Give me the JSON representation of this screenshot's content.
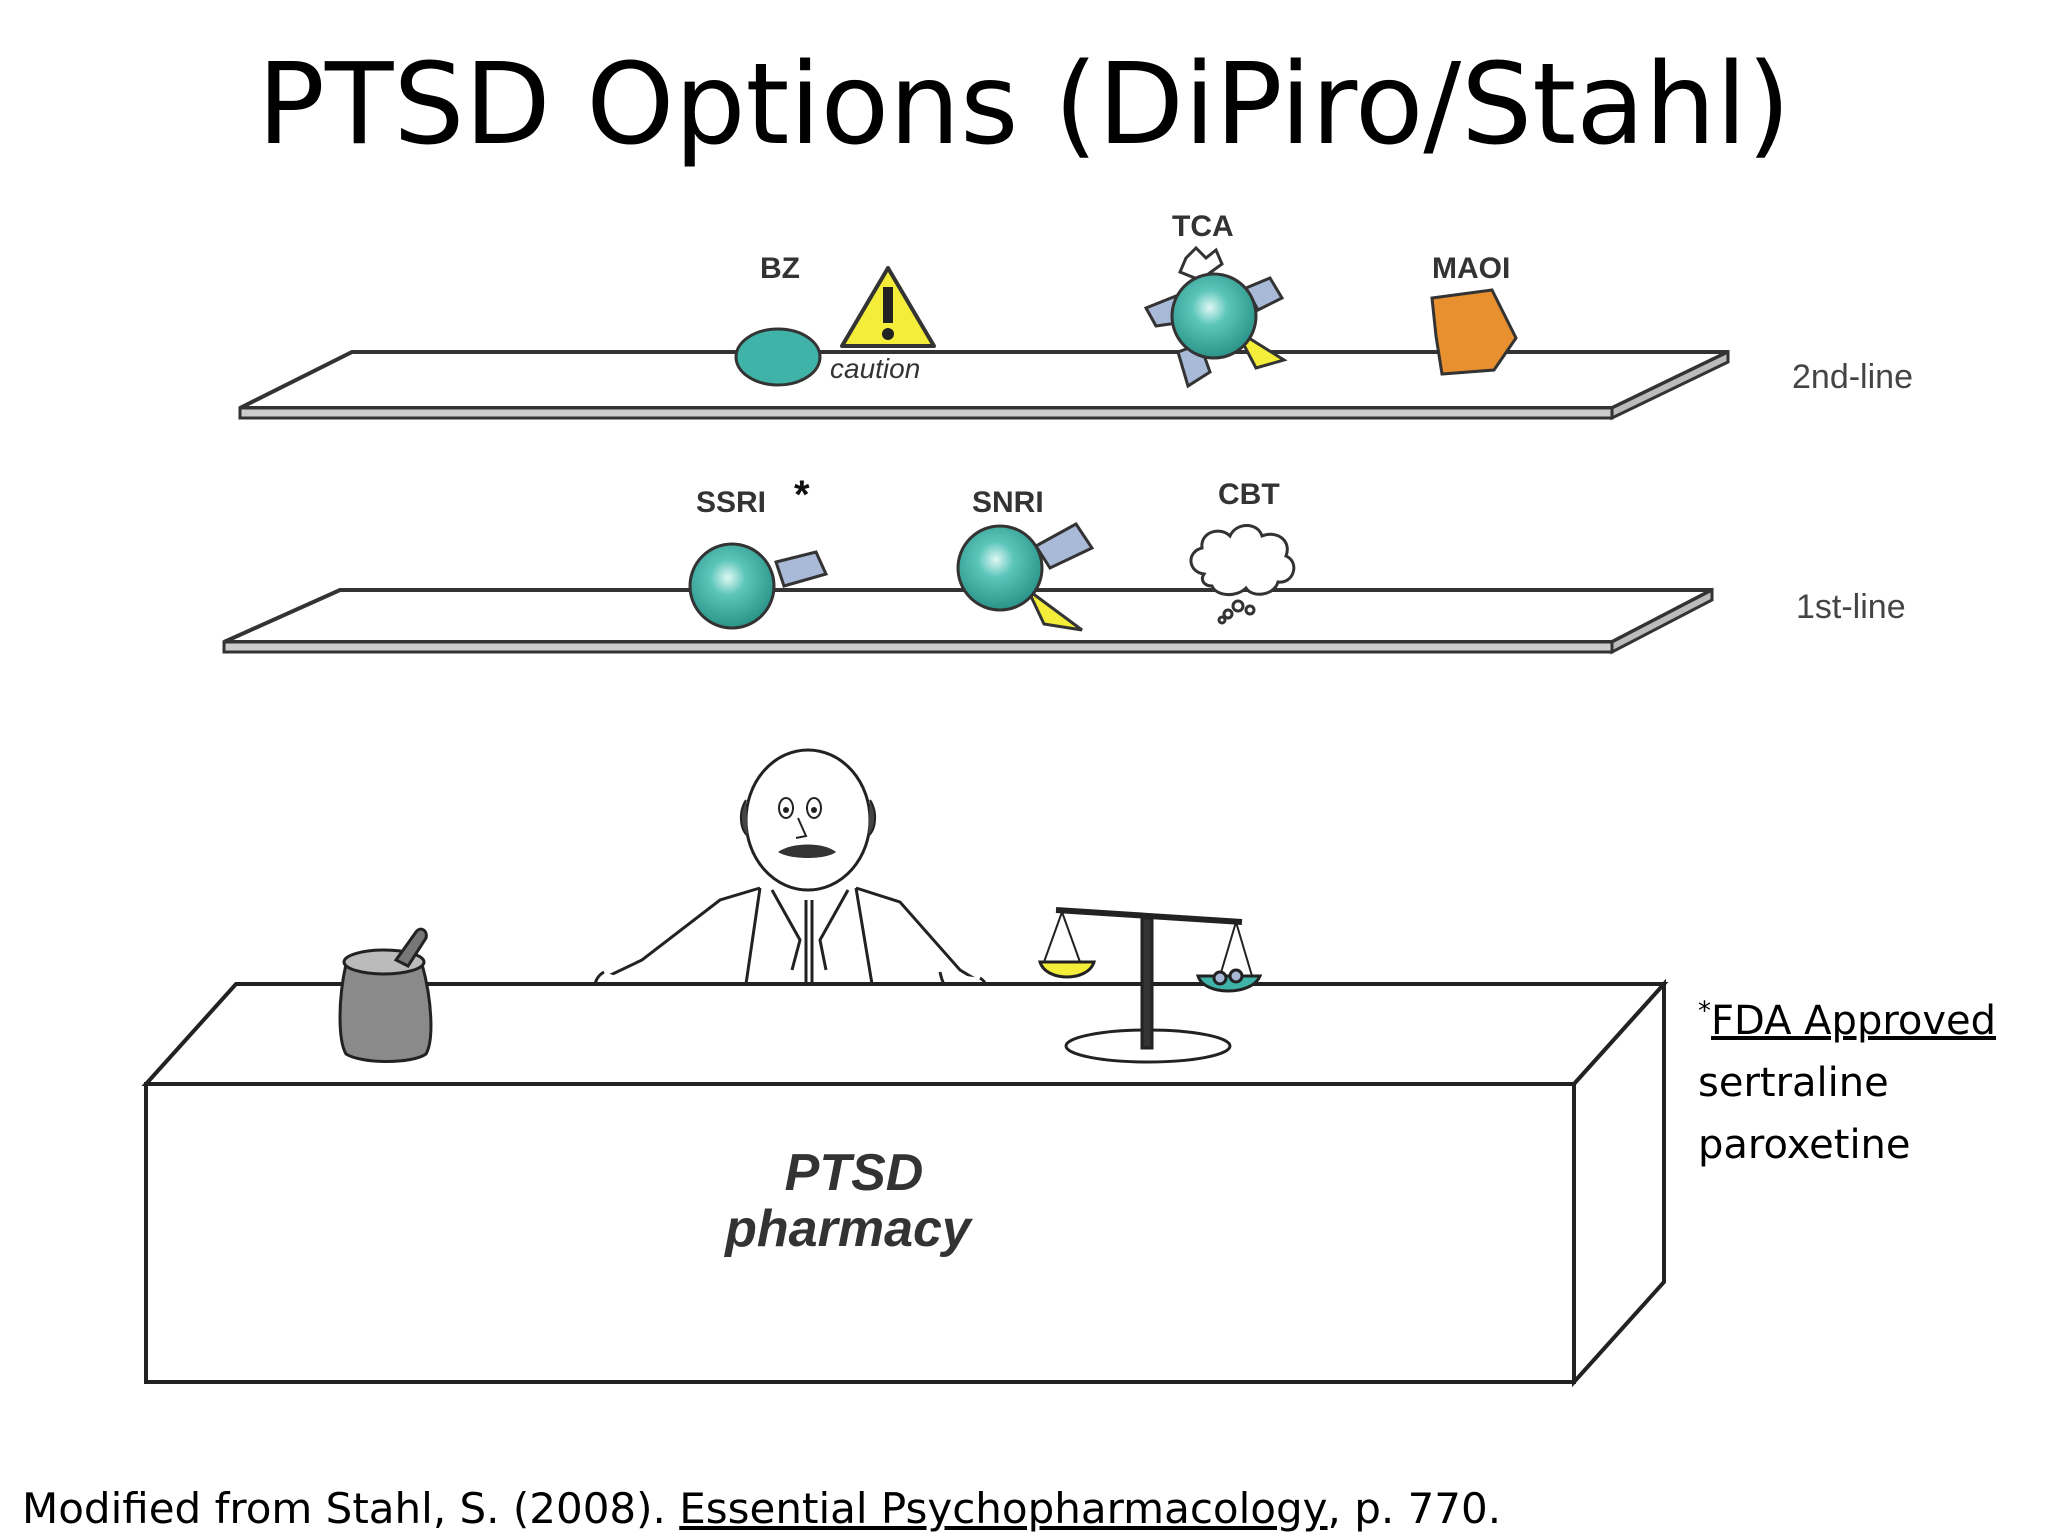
{
  "title": "PTSD Options (DiPiro/Stahl)",
  "diagram": {
    "shelf_2nd": {
      "label": "2nd-line",
      "items": [
        {
          "label": "BZ",
          "icon": "oval-pill-icon",
          "note": "caution",
          "note_icon": "warning-triangle-icon"
        },
        {
          "label": "TCA",
          "icon": "tca-molecule-icon"
        },
        {
          "label": "MAOI",
          "icon": "hexagon-pill-icon"
        }
      ]
    },
    "shelf_1st": {
      "label": "1st-line",
      "items": [
        {
          "label": "SSRI",
          "marker": "*",
          "icon": "ssri-molecule-icon"
        },
        {
          "label": "SNRI",
          "icon": "snri-molecule-icon"
        },
        {
          "label": "CBT",
          "icon": "thought-cloud-icon"
        }
      ]
    },
    "counter": {
      "line1": "PTSD",
      "line2": "pharmacy"
    }
  },
  "fda_note": {
    "marker": "*",
    "heading": "FDA Approved",
    "drugs": [
      "sertraline",
      "paroxetine"
    ]
  },
  "citation": {
    "prefix": "Modified from Stahl, S. (2008). ",
    "book": "Essential Psychopharmacology",
    "suffix": ", p. 770."
  },
  "colors": {
    "teal": "#3fb3a8",
    "caution_yellow": "#f4ee3a",
    "maoi_orange": "#e8902f",
    "blue_grey": "#a9b9d8"
  }
}
